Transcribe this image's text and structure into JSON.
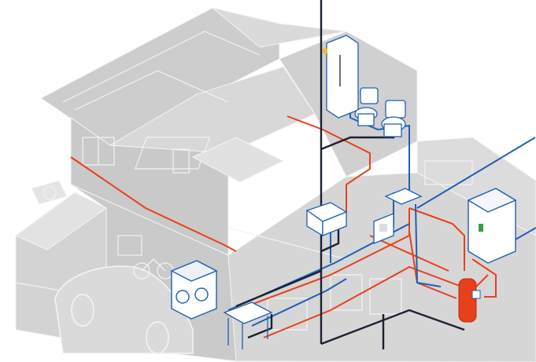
{
  "diagram": {
    "kind": "isometric house plumbing cutaway",
    "colors": {
      "background": "#ffffff",
      "house_fill": "#cfcfcf",
      "house_fill_light": "#dcdcdc",
      "house_fill_dark": "#bdbdbd",
      "line_detail": "#f2f2f2",
      "hot_water_pipe": "#e8401c",
      "cold_water_pipe": "#1f5fb4",
      "drain_pipe": "#1b2230",
      "fixture_fill": "#ffffff",
      "fixture_outline": "#1f5fb4"
    },
    "legend": [],
    "components": [
      {
        "name": "shower",
        "icon": "shower-icon"
      },
      {
        "name": "toilet-upper-1",
        "icon": "toilet-icon"
      },
      {
        "name": "toilet-upper-2",
        "icon": "toilet-icon"
      },
      {
        "name": "bathroom-sink",
        "icon": "sink-icon"
      },
      {
        "name": "kitchen-sink",
        "icon": "sink-icon"
      },
      {
        "name": "laundry-sink",
        "icon": "sink-icon"
      },
      {
        "name": "washing-machine",
        "icon": "washer-icon"
      },
      {
        "name": "water-heater-boiler",
        "icon": "boiler-icon"
      },
      {
        "name": "hot-water-tank",
        "icon": "tank-icon"
      },
      {
        "name": "control-panel",
        "icon": "panel-icon"
      },
      {
        "name": "car",
        "icon": "car-icon"
      },
      {
        "name": "bicycle",
        "icon": "bicycle-icon"
      },
      {
        "name": "bed",
        "icon": "bed-icon"
      }
    ]
  }
}
